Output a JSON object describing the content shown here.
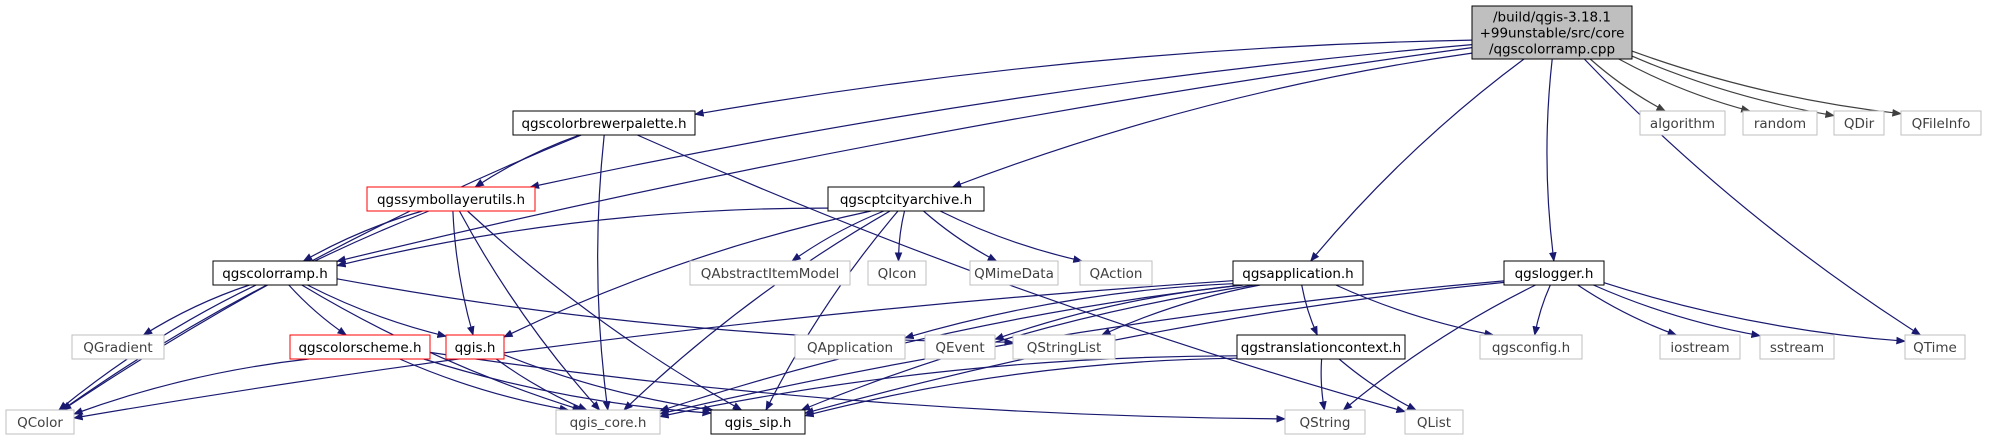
{
  "title": "/build/qgis-3.18.1+99unstable/src/core/qgscolorramp.cpp",
  "colors": {
    "edge": "#191970",
    "edge_system": "#404040",
    "root_fill": "#bfbfbf",
    "node_border": "#000000",
    "node_border_red": "#ff0000",
    "node_border_gray": "#bfbfbf",
    "node_text_gray": "#404040"
  },
  "nodes": {
    "root": {
      "lines": [
        "/build/qgis-3.18.1",
        "+99unstable/src/core",
        "/qgscolorramp.cpp"
      ],
      "style": "root"
    },
    "palette": {
      "lines": [
        "qgscolorbrewerpalette.h"
      ],
      "style": "black"
    },
    "symutils": {
      "lines": [
        "qgssymbollayerutils.h"
      ],
      "style": "red"
    },
    "cpt": {
      "lines": [
        "qgscptcityarchive.h"
      ],
      "style": "black"
    },
    "ramp": {
      "lines": [
        "qgscolorramp.h"
      ],
      "style": "black"
    },
    "app": {
      "lines": [
        "qgsapplication.h"
      ],
      "style": "black"
    },
    "logger": {
      "lines": [
        "qgslogger.h"
      ],
      "style": "black"
    },
    "algorithm": {
      "lines": [
        "algorithm"
      ],
      "style": "gray"
    },
    "random": {
      "lines": [
        "random"
      ],
      "style": "gray"
    },
    "qdir": {
      "lines": [
        "QDir"
      ],
      "style": "gray"
    },
    "qfileinfo": {
      "lines": [
        "QFileInfo"
      ],
      "style": "gray"
    },
    "qaim": {
      "lines": [
        "QAbstractItemModel"
      ],
      "style": "gray"
    },
    "qicon": {
      "lines": [
        "QIcon"
      ],
      "style": "gray"
    },
    "qmime": {
      "lines": [
        "QMimeData"
      ],
      "style": "gray"
    },
    "qaction": {
      "lines": [
        "QAction"
      ],
      "style": "gray"
    },
    "qgradient": {
      "lines": [
        "QGradient"
      ],
      "style": "gray"
    },
    "scheme": {
      "lines": [
        "qgscolorscheme.h"
      ],
      "style": "red"
    },
    "qgis": {
      "lines": [
        "qgis.h"
      ],
      "style": "red"
    },
    "qapp": {
      "lines": [
        "QApplication"
      ],
      "style": "gray"
    },
    "qevent": {
      "lines": [
        "QEvent"
      ],
      "style": "gray"
    },
    "qsl": {
      "lines": [
        "QStringList"
      ],
      "style": "gray"
    },
    "trans": {
      "lines": [
        "qgstranslationcontext.h"
      ],
      "style": "black"
    },
    "qgsconfig": {
      "lines": [
        "qgsconfig.h"
      ],
      "style": "gray"
    },
    "iostream": {
      "lines": [
        "iostream"
      ],
      "style": "gray"
    },
    "sstream": {
      "lines": [
        "sstream"
      ],
      "style": "gray"
    },
    "qtime": {
      "lines": [
        "QTime"
      ],
      "style": "gray"
    },
    "qcolor": {
      "lines": [
        "QColor"
      ],
      "style": "gray"
    },
    "core": {
      "lines": [
        "qgis_core.h"
      ],
      "style": "gray"
    },
    "sip": {
      "lines": [
        "qgis_sip.h"
      ],
      "style": "black"
    },
    "qstring": {
      "lines": [
        "QString"
      ],
      "style": "gray"
    },
    "qlist": {
      "lines": [
        "QList"
      ],
      "style": "gray"
    }
  },
  "edges": [
    [
      "root",
      "palette"
    ],
    [
      "root",
      "symutils"
    ],
    [
      "root",
      "cpt"
    ],
    [
      "root",
      "ramp"
    ],
    [
      "root",
      "app"
    ],
    [
      "root",
      "logger"
    ],
    [
      "root",
      "algorithm"
    ],
    [
      "root",
      "random"
    ],
    [
      "root",
      "qdir"
    ],
    [
      "root",
      "qfileinfo"
    ],
    [
      "root",
      "qtime"
    ],
    [
      "palette",
      "symutils"
    ],
    [
      "palette",
      "qcolor"
    ],
    [
      "palette",
      "core"
    ],
    [
      "palette",
      "qlist"
    ],
    [
      "symutils",
      "ramp"
    ],
    [
      "symutils",
      "qgis"
    ],
    [
      "symutils",
      "qcolor"
    ],
    [
      "symutils",
      "core"
    ],
    [
      "symutils",
      "sip"
    ],
    [
      "cpt",
      "ramp"
    ],
    [
      "cpt",
      "qaim"
    ],
    [
      "cpt",
      "qicon"
    ],
    [
      "cpt",
      "qmime"
    ],
    [
      "cpt",
      "qaction"
    ],
    [
      "cpt",
      "qgis"
    ],
    [
      "cpt",
      "core"
    ],
    [
      "cpt",
      "sip"
    ],
    [
      "ramp",
      "qgradient"
    ],
    [
      "ramp",
      "scheme"
    ],
    [
      "ramp",
      "qgis"
    ],
    [
      "ramp",
      "qcolor"
    ],
    [
      "ramp",
      "core"
    ],
    [
      "ramp",
      "qsl"
    ],
    [
      "scheme",
      "qcolor"
    ],
    [
      "scheme",
      "core"
    ],
    [
      "scheme",
      "sip"
    ],
    [
      "scheme",
      "qstring"
    ],
    [
      "qgis",
      "core"
    ],
    [
      "qgis",
      "sip"
    ],
    [
      "app",
      "qapp"
    ],
    [
      "app",
      "qevent"
    ],
    [
      "app",
      "qsl"
    ],
    [
      "app",
      "trans"
    ],
    [
      "app",
      "qgsconfig"
    ],
    [
      "app",
      "qcolor"
    ],
    [
      "app",
      "core"
    ],
    [
      "app",
      "sip"
    ],
    [
      "trans",
      "core"
    ],
    [
      "trans",
      "sip"
    ],
    [
      "trans",
      "qstring"
    ],
    [
      "trans",
      "qlist"
    ],
    [
      "logger",
      "qgsconfig"
    ],
    [
      "logger",
      "iostream"
    ],
    [
      "logger",
      "sstream"
    ],
    [
      "logger",
      "qtime"
    ],
    [
      "logger",
      "core"
    ],
    [
      "logger",
      "sip"
    ],
    [
      "logger",
      "qstring"
    ]
  ]
}
